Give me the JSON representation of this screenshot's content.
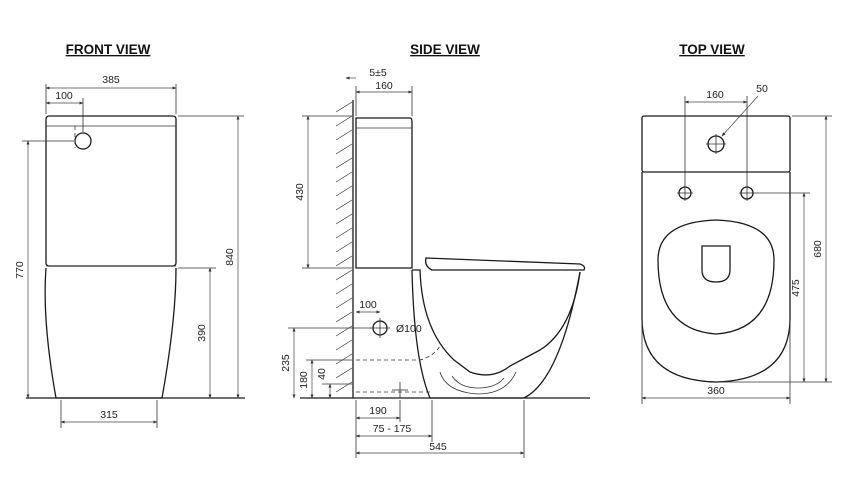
{
  "views": {
    "front": {
      "title": "FRONT VIEW",
      "dims": {
        "width_total": "385",
        "button_offset": "100",
        "height_total": "840",
        "seat_height": "770",
        "bowl_height": "390",
        "base_width": "315"
      }
    },
    "side": {
      "title": "SIDE VIEW",
      "dims": {
        "wall_gap": "5±5",
        "cistern_depth": "160",
        "cistern_height": "430",
        "inlet_offset": "100",
        "inlet_diameter": "Ø100",
        "inlet_height": "235",
        "waste_height_1": "180",
        "waste_height_2": "40",
        "setout": "190",
        "setout_range": "75 - 175",
        "length_total": "545"
      }
    },
    "top": {
      "title": "TOP VIEW",
      "dims": {
        "button_dia": "50",
        "fixing_spacing": "160",
        "depth_total": "680",
        "seat_depth": "475",
        "width_total": "360"
      }
    }
  }
}
